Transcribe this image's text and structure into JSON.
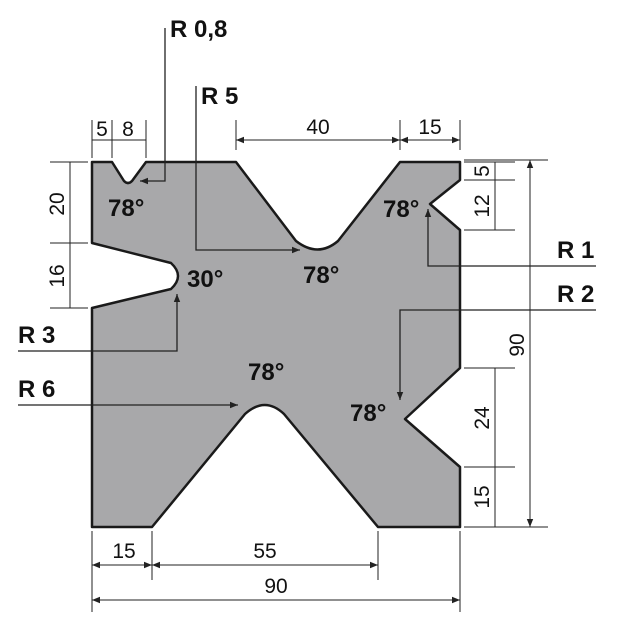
{
  "colors": {
    "body": "#a8a8aa",
    "outline": "#1a1a1a",
    "lines": "#222222"
  },
  "dimensions": {
    "top_5": "5",
    "top_8": "8",
    "top_40": "40",
    "top_15": "15",
    "left_20": "20",
    "left_16": "16",
    "right_5": "5",
    "right_12": "12",
    "right_90": "90",
    "right_24": "24",
    "right_15": "15",
    "bottom_15": "15",
    "bottom_55": "55",
    "bottom_90": "90"
  },
  "angles": {
    "top_left": "78°",
    "top_center": "78°",
    "top_right": "78°",
    "left": "30°",
    "bottom_center": "78°",
    "right_lower": "78°"
  },
  "radii": {
    "r08": "R 0,8",
    "r5": "R 5",
    "r1": "R 1",
    "r2": "R 2",
    "r3": "R 3",
    "r6": "R 6"
  }
}
